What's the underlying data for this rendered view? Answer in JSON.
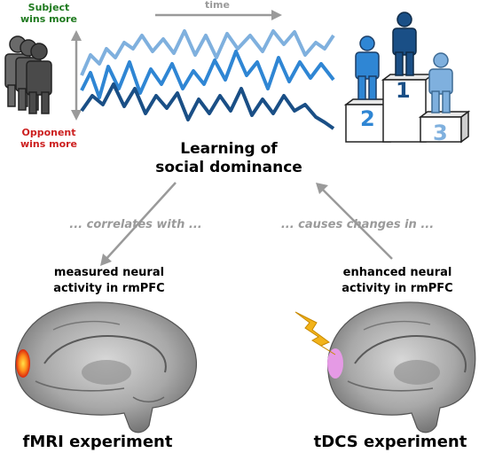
{
  "labels": {
    "subject_line1": "Subject",
    "subject_line2": "wins more",
    "opponent_line1": "Opponent",
    "opponent_line2": "wins more",
    "time": "time",
    "learning_line1": "Learning of",
    "learning_line2": "social dominance",
    "correlates": "... correlates with ...",
    "causes": "... causes changes in ...",
    "measured_line1": "measured neural",
    "measured_line2": "activity in rmPFC",
    "enhanced_line1": "enhanced neural",
    "enhanced_line2": "activity in rmPFC",
    "fmri": "fMRI experiment",
    "tdcs": "tDCS experiment"
  },
  "podium_ranks": [
    "2",
    "1",
    "3"
  ],
  "colors": {
    "subject_green": "#1f7a1f",
    "opponent_red": "#cc1f1f",
    "gray_text": "#9a9a9a",
    "line_light": "#7fb0de",
    "line_mid": "#2f86d4",
    "line_dark": "#1a4f86",
    "fmri_activation": "#ff8c1a",
    "tdcs_stimulation": "#e59ae5",
    "lightning": "#f2b31a"
  },
  "icons": [
    "people-group-icon",
    "podium-icon",
    "lightning-icon",
    "brain-fmri-icon",
    "brain-tdcs-icon"
  ]
}
